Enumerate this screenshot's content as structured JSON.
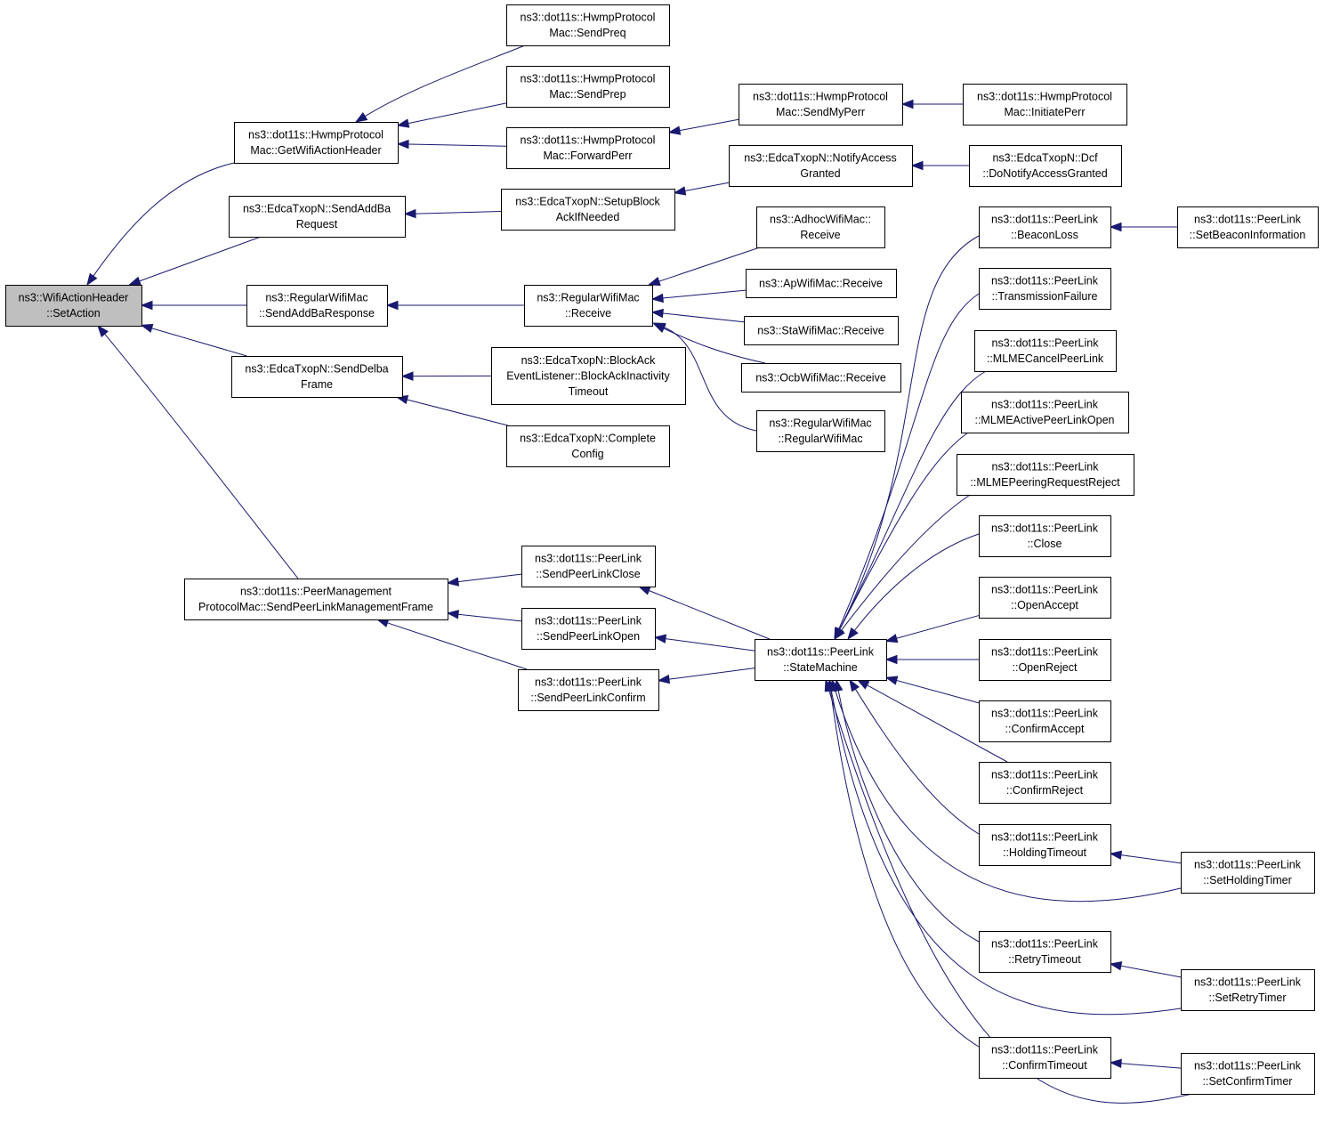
{
  "diagram": {
    "nodes": [
      {
        "id": "root",
        "lines": [
          "ns3::WifiActionHeader",
          "::SetAction"
        ]
      },
      {
        "id": "getWifiActionHeader",
        "lines": [
          "ns3::dot11s::HwmpProtocol",
          "Mac::GetWifiActionHeader"
        ]
      },
      {
        "id": "sendAddBaRequest",
        "lines": [
          "ns3::EdcaTxopN::SendAddBa",
          "Request"
        ]
      },
      {
        "id": "sendAddBaResponse",
        "lines": [
          "ns3::RegularWifiMac",
          "::SendAddBaResponse"
        ]
      },
      {
        "id": "sendDelbaFrame",
        "lines": [
          "ns3::EdcaTxopN::SendDelba",
          "Frame"
        ]
      },
      {
        "id": "sendPeerLinkMgmt",
        "lines": [
          "ns3::dot11s::PeerManagement",
          "ProtocolMac::SendPeerLinkManagementFrame"
        ]
      },
      {
        "id": "sendPreq",
        "lines": [
          "ns3::dot11s::HwmpProtocol",
          "Mac::SendPreq"
        ]
      },
      {
        "id": "sendPrep",
        "lines": [
          "ns3::dot11s::HwmpProtocol",
          "Mac::SendPrep"
        ]
      },
      {
        "id": "forwardPerr",
        "lines": [
          "ns3::dot11s::HwmpProtocol",
          "Mac::ForwardPerr"
        ]
      },
      {
        "id": "setupBlockAck",
        "lines": [
          "ns3::EdcaTxopN::SetupBlock",
          "AckIfNeeded"
        ]
      },
      {
        "id": "regularReceive",
        "lines": [
          "ns3::RegularWifiMac",
          "::Receive"
        ]
      },
      {
        "id": "blockAckTimeout",
        "lines": [
          "ns3::EdcaTxopN::BlockAck",
          "EventListener::BlockAckInactivity",
          "Timeout"
        ]
      },
      {
        "id": "completeConfig",
        "lines": [
          "ns3::EdcaTxopN::Complete",
          "Config"
        ]
      },
      {
        "id": "sendPeerLinkClose",
        "lines": [
          "ns3::dot11s::PeerLink",
          "::SendPeerLinkClose"
        ]
      },
      {
        "id": "sendPeerLinkOpen",
        "lines": [
          "ns3::dot11s::PeerLink",
          "::SendPeerLinkOpen"
        ]
      },
      {
        "id": "sendPeerLinkConfirm",
        "lines": [
          "ns3::dot11s::PeerLink",
          "::SendPeerLinkConfirm"
        ]
      },
      {
        "id": "sendMyPerr",
        "lines": [
          "ns3::dot11s::HwmpProtocol",
          "Mac::SendMyPerr"
        ]
      },
      {
        "id": "notifyAccessGranted",
        "lines": [
          "ns3::EdcaTxopN::NotifyAccess",
          "Granted"
        ]
      },
      {
        "id": "adhocReceive",
        "lines": [
          "ns3::AdhocWifiMac::",
          "Receive"
        ]
      },
      {
        "id": "apReceive",
        "lines": [
          "ns3::ApWifiMac::Receive"
        ]
      },
      {
        "id": "staReceive",
        "lines": [
          "ns3::StaWifiMac::Receive"
        ]
      },
      {
        "id": "ocbReceive",
        "lines": [
          "ns3::OcbWifiMac::Receive"
        ]
      },
      {
        "id": "regularCtor",
        "lines": [
          "ns3::RegularWifiMac",
          "::RegularWifiMac"
        ]
      },
      {
        "id": "stateMachine",
        "lines": [
          "ns3::dot11s::PeerLink",
          "::StateMachine"
        ]
      },
      {
        "id": "initiatePerr",
        "lines": [
          "ns3::dot11s::HwmpProtocol",
          "Mac::InitiatePerr"
        ]
      },
      {
        "id": "doNotifyAccessGranted",
        "lines": [
          "ns3::EdcaTxopN::Dcf",
          "::DoNotifyAccessGranted"
        ]
      },
      {
        "id": "beaconLoss",
        "lines": [
          "ns3::dot11s::PeerLink",
          "::BeaconLoss"
        ]
      },
      {
        "id": "transmissionFailure",
        "lines": [
          "ns3::dot11s::PeerLink",
          "::TransmissionFailure"
        ]
      },
      {
        "id": "mlmeCancel",
        "lines": [
          "ns3::dot11s::PeerLink",
          "::MLMECancelPeerLink"
        ]
      },
      {
        "id": "mlmeActiveOpen",
        "lines": [
          "ns3::dot11s::PeerLink",
          "::MLMEActivePeerLinkOpen"
        ]
      },
      {
        "id": "mlmePeeringReject",
        "lines": [
          "ns3::dot11s::PeerLink",
          "::MLMEPeeringRequestReject"
        ]
      },
      {
        "id": "close",
        "lines": [
          "ns3::dot11s::PeerLink",
          "::Close"
        ]
      },
      {
        "id": "openAccept",
        "lines": [
          "ns3::dot11s::PeerLink",
          "::OpenAccept"
        ]
      },
      {
        "id": "openReject",
        "lines": [
          "ns3::dot11s::PeerLink",
          "::OpenReject"
        ]
      },
      {
        "id": "confirmAccept",
        "lines": [
          "ns3::dot11s::PeerLink",
          "::ConfirmAccept"
        ]
      },
      {
        "id": "confirmReject",
        "lines": [
          "ns3::dot11s::PeerLink",
          "::ConfirmReject"
        ]
      },
      {
        "id": "holdingTimeout",
        "lines": [
          "ns3::dot11s::PeerLink",
          "::HoldingTimeout"
        ]
      },
      {
        "id": "retryTimeout",
        "lines": [
          "ns3::dot11s::PeerLink",
          "::RetryTimeout"
        ]
      },
      {
        "id": "confirmTimeout",
        "lines": [
          "ns3::dot11s::PeerLink",
          "::ConfirmTimeout"
        ]
      },
      {
        "id": "setBeaconInfo",
        "lines": [
          "ns3::dot11s::PeerLink",
          "::SetBeaconInformation"
        ]
      },
      {
        "id": "setHoldingTimer",
        "lines": [
          "ns3::dot11s::PeerLink",
          "::SetHoldingTimer"
        ]
      },
      {
        "id": "setRetryTimer",
        "lines": [
          "ns3::dot11s::PeerLink",
          "::SetRetryTimer"
        ]
      },
      {
        "id": "setConfirmTimer",
        "lines": [
          "ns3::dot11s::PeerLink",
          "::SetConfirmTimer"
        ]
      }
    ],
    "edges": [
      {
        "from": "getWifiActionHeader",
        "to": "root"
      },
      {
        "from": "sendAddBaRequest",
        "to": "root"
      },
      {
        "from": "sendAddBaResponse",
        "to": "root"
      },
      {
        "from": "sendDelbaFrame",
        "to": "root"
      },
      {
        "from": "sendPeerLinkMgmt",
        "to": "root"
      },
      {
        "from": "sendPreq",
        "to": "getWifiActionHeader"
      },
      {
        "from": "sendPrep",
        "to": "getWifiActionHeader"
      },
      {
        "from": "forwardPerr",
        "to": "getWifiActionHeader"
      },
      {
        "from": "setupBlockAck",
        "to": "sendAddBaRequest"
      },
      {
        "from": "regularReceive",
        "to": "sendAddBaResponse"
      },
      {
        "from": "blockAckTimeout",
        "to": "sendDelbaFrame"
      },
      {
        "from": "completeConfig",
        "to": "sendDelbaFrame"
      },
      {
        "from": "sendPeerLinkClose",
        "to": "sendPeerLinkMgmt"
      },
      {
        "from": "sendPeerLinkOpen",
        "to": "sendPeerLinkMgmt"
      },
      {
        "from": "sendPeerLinkConfirm",
        "to": "sendPeerLinkMgmt"
      },
      {
        "from": "sendMyPerr",
        "to": "forwardPerr"
      },
      {
        "from": "notifyAccessGranted",
        "to": "setupBlockAck"
      },
      {
        "from": "adhocReceive",
        "to": "regularReceive"
      },
      {
        "from": "apReceive",
        "to": "regularReceive"
      },
      {
        "from": "staReceive",
        "to": "regularReceive"
      },
      {
        "from": "ocbReceive",
        "to": "regularReceive"
      },
      {
        "from": "regularCtor",
        "to": "regularReceive"
      },
      {
        "from": "stateMachine",
        "to": "sendPeerLinkClose"
      },
      {
        "from": "stateMachine",
        "to": "sendPeerLinkOpen"
      },
      {
        "from": "stateMachine",
        "to": "sendPeerLinkConfirm"
      },
      {
        "from": "initiatePerr",
        "to": "sendMyPerr"
      },
      {
        "from": "doNotifyAccessGranted",
        "to": "notifyAccessGranted"
      },
      {
        "from": "beaconLoss",
        "to": "stateMachine"
      },
      {
        "from": "transmissionFailure",
        "to": "stateMachine"
      },
      {
        "from": "mlmeCancel",
        "to": "stateMachine"
      },
      {
        "from": "mlmeActiveOpen",
        "to": "stateMachine"
      },
      {
        "from": "mlmePeeringReject",
        "to": "stateMachine"
      },
      {
        "from": "close",
        "to": "stateMachine"
      },
      {
        "from": "openAccept",
        "to": "stateMachine"
      },
      {
        "from": "openReject",
        "to": "stateMachine"
      },
      {
        "from": "confirmAccept",
        "to": "stateMachine"
      },
      {
        "from": "confirmReject",
        "to": "stateMachine"
      },
      {
        "from": "holdingTimeout",
        "to": "stateMachine"
      },
      {
        "from": "retryTimeout",
        "to": "stateMachine"
      },
      {
        "from": "confirmTimeout",
        "to": "stateMachine"
      },
      {
        "from": "setBeaconInfo",
        "to": "beaconLoss"
      },
      {
        "from": "setHoldingTimer",
        "to": "holdingTimeout"
      },
      {
        "from": "setRetryTimer",
        "to": "retryTimeout"
      },
      {
        "from": "setConfirmTimer",
        "to": "confirmTimeout"
      },
      {
        "from": "setHoldingTimer",
        "to": "stateMachine"
      },
      {
        "from": "setRetryTimer",
        "to": "stateMachine"
      },
      {
        "from": "setConfirmTimer",
        "to": "stateMachine"
      }
    ]
  },
  "colors": {
    "edge": "#191970",
    "node_border": "#000000",
    "node_fill": "#ffffff",
    "root_fill": "#bfbfbf"
  }
}
